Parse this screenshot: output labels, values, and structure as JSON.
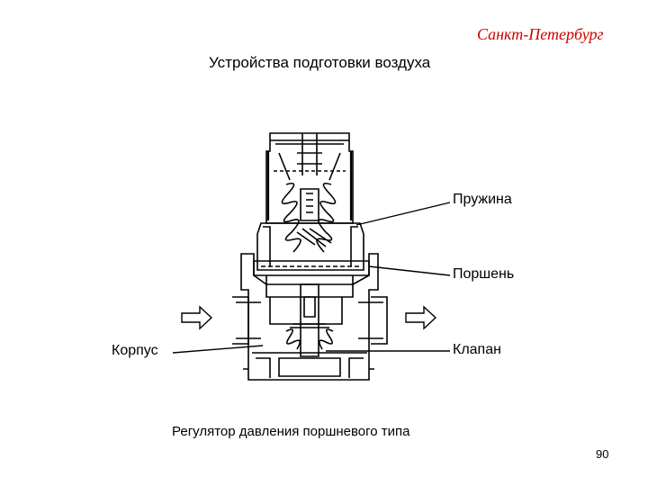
{
  "header": {
    "city": "Санкт-Петербург",
    "title": "Устройства подготовки воздуха"
  },
  "diagram": {
    "labels": {
      "spring": "Пружина",
      "piston": "Поршень",
      "valve": "Клапан",
      "body": "Корпус"
    }
  },
  "caption": "Регулятор давления поршневого типа",
  "page_number": "90"
}
